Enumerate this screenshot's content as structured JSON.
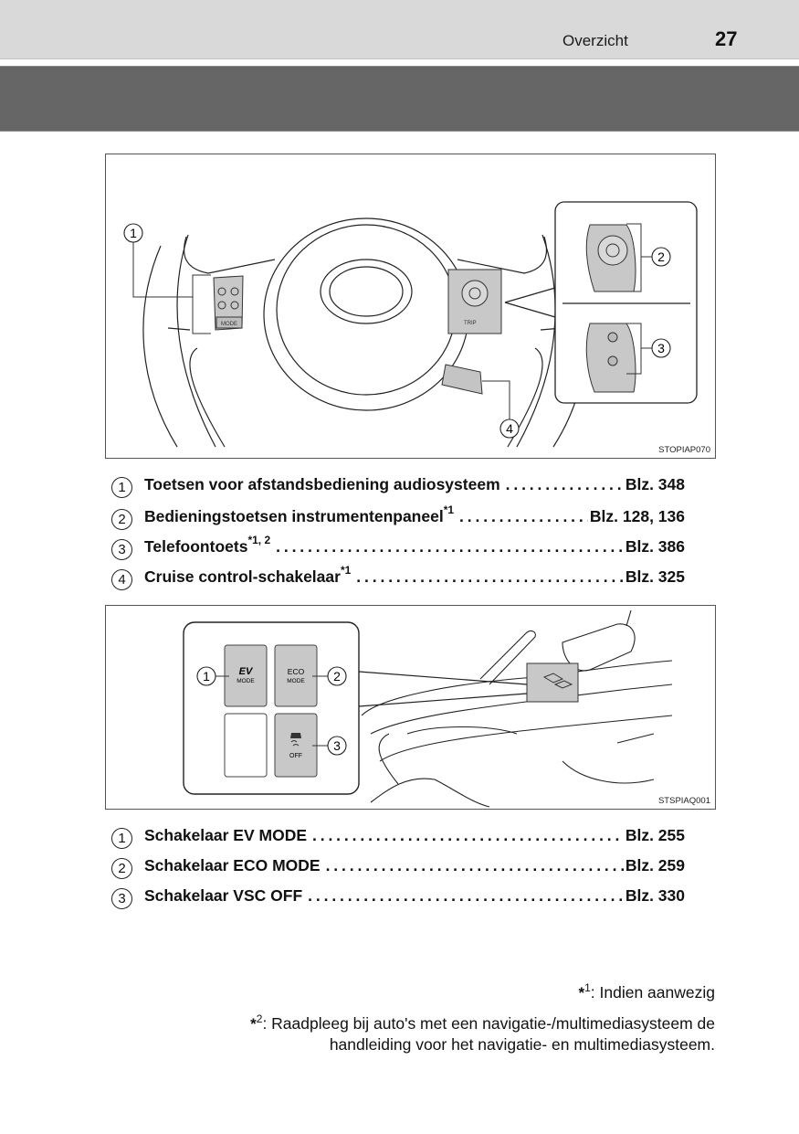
{
  "header": {
    "section_title": "Overzicht",
    "page_number": "27"
  },
  "figure1": {
    "id": "STOPIAP070",
    "callouts": [
      "1",
      "2",
      "3",
      "4"
    ],
    "switch_labels": {
      "mode": "MODE",
      "trip": "TRIP"
    }
  },
  "list1": {
    "items": [
      {
        "num": "1",
        "label": "Toetsen voor afstandsbediening audiosysteem",
        "sup": "",
        "page_ref": "Blz. 348"
      },
      {
        "num": "2",
        "label": "Bedieningstoetsen instrumentenpaneel",
        "sup": "*1",
        "page_ref": "Blz. 128, 136"
      },
      {
        "num": "3",
        "label": "Telefoontoets",
        "sup": "*1, 2",
        "page_ref": "Blz. 386"
      },
      {
        "num": "4",
        "label": "Cruise control-schakelaar",
        "sup": "*1",
        "page_ref": "Blz. 325"
      }
    ]
  },
  "figure2": {
    "id": "STSPIAQ001",
    "callouts": [
      "1",
      "2",
      "3"
    ],
    "buttons": {
      "ev_top": "EV",
      "ev_bottom": "MODE",
      "eco_top": "ECO",
      "eco_bottom": "MODE",
      "vsc_bottom": "OFF"
    }
  },
  "list2": {
    "items": [
      {
        "num": "1",
        "label": "Schakelaar EV MODE",
        "page_ref": "Blz. 255"
      },
      {
        "num": "2",
        "label": "Schakelaar ECO MODE",
        "page_ref": "Blz. 259"
      },
      {
        "num": "3",
        "label": "Schakelaar VSC OFF",
        "page_ref": "Blz. 330"
      }
    ]
  },
  "footnotes": {
    "fn1": {
      "mark": "*",
      "sup": "1",
      "text": ": Indien aanwezig"
    },
    "fn2": {
      "mark": "*",
      "sup": "2",
      "text": ": Raadpleeg bij auto's met een navigatie-/multimediasysteem de handleiding voor het navigatie- en multimediasysteem."
    }
  }
}
